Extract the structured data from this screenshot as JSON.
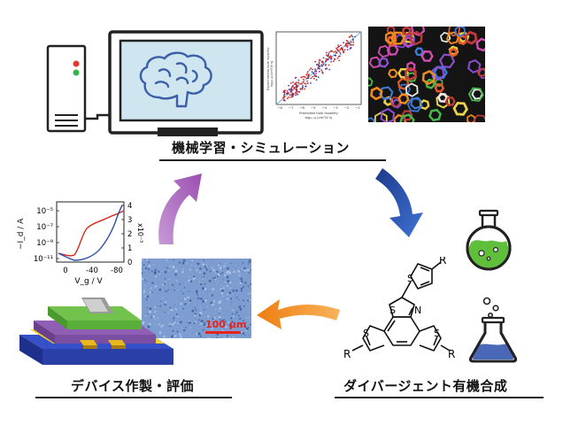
{
  "captions": {
    "ml": "機械学習・シミュレーション",
    "synthesis": "ダイバージェント有機合成",
    "device": "デバイス作製・評価"
  },
  "scale_bar": "100 µm",
  "scatter": {
    "ylabel_line1": "Experimental hole mobility",
    "ylabel_line2": "log₁₀ μ (cm²/V s)",
    "xlabel_line1": "Predicted hole mobility",
    "xlabel_line2": "log₁₀ μ (cm²/V s)",
    "xticks": [
      "−8",
      "−7",
      "−6",
      "−5",
      "−4",
      "−3",
      "−2",
      "−1"
    ]
  },
  "transfer": {
    "ylabel": "−I_d / A",
    "yticks_left": [
      "10⁻⁵",
      "10⁻⁷",
      "10⁻⁹",
      "10⁻¹¹"
    ],
    "yticks_right": [
      "4",
      "3",
      "2",
      "1",
      "0"
    ],
    "right_multiplier": "x10⁻³",
    "xticks": [
      "0",
      "-40",
      "-80"
    ],
    "xlabel": "V_g / V"
  },
  "molecule": {
    "r_label": "R",
    "s_label": "S",
    "n_label": "N"
  },
  "colors": {
    "arrow_purple": "#9b4fb0",
    "arrow_blue": "#2a4fa8",
    "arrow_orange": "#f08a1c",
    "brain": "#3a5fa8",
    "screen": "#cfe6f0",
    "flask_green": "#5fbf3a",
    "flask_blue": "#4a68b8"
  }
}
